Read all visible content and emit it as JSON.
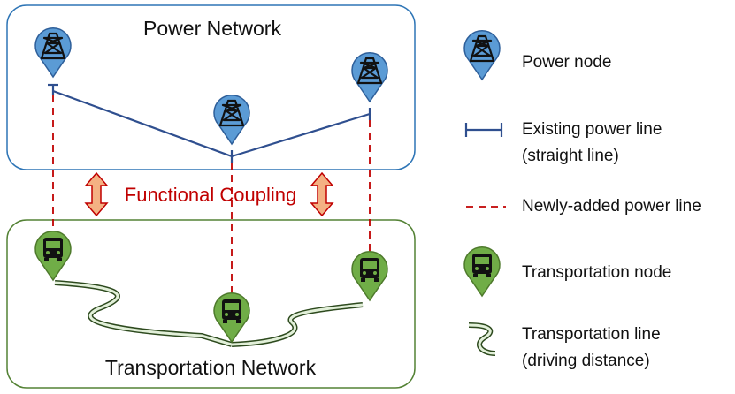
{
  "power_network": {
    "title": "Power Network"
  },
  "transportation_network": {
    "title": "Transportation Network"
  },
  "coupling": {
    "label": "Functional Coupling"
  },
  "legend": {
    "power_node": "Power node",
    "existing_line_1": "Existing power line",
    "existing_line_2": "(straight line)",
    "new_line": "Newly-added power line",
    "transport_node": "Transportation node",
    "transport_line_1": "Transportation line",
    "transport_line_2": "(driving distance)"
  },
  "colors": {
    "power_pin": "#5b9bd5",
    "power_pin_border": "#2e5f9a",
    "power_box_border": "#2e75b6",
    "power_line": "#2f4f8f",
    "transport_pin": "#70ad47",
    "transport_pin_border": "#4e7a2c",
    "transport_box_border": "#548235",
    "new_line": "#c00000",
    "coupling_arrow_fill": "#f4b183",
    "coupling_arrow_border": "#c00000"
  },
  "icons": {
    "power_node": "transmission-tower-icon",
    "transport_node": "bus-icon",
    "transport_line": "road-line-icon"
  }
}
